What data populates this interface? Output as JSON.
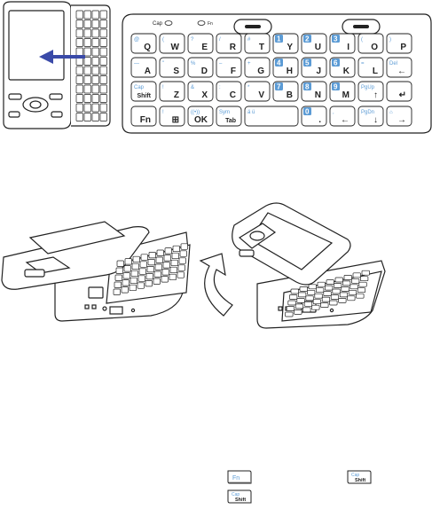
{
  "keyboard": {
    "top_labels": {
      "cap": "Cap",
      "fn": "Fn"
    },
    "rows": [
      [
        {
          "main": "Q",
          "sub": "@"
        },
        {
          "main": "W",
          "sub": "("
        },
        {
          "main": "E",
          "sub": "?"
        },
        {
          "main": "R",
          "sub": "/"
        },
        {
          "main": "T",
          "sub": "#"
        },
        {
          "main": "Y",
          "num": "1"
        },
        {
          "main": "U",
          "num": "2"
        },
        {
          "main": "I",
          "num": "3"
        },
        {
          "main": "O",
          "sub": "("
        },
        {
          "main": "P",
          "sub": ")"
        }
      ],
      [
        {
          "main": "A",
          "sub": "—"
        },
        {
          "main": "S",
          "sub": "\""
        },
        {
          "main": "D",
          "sub": "%"
        },
        {
          "main": "F",
          "sub": "–"
        },
        {
          "main": "G",
          "sub": "+"
        },
        {
          "main": "H",
          "num": "4"
        },
        {
          "main": "J",
          "num": "5"
        },
        {
          "main": "K",
          "num": "6"
        },
        {
          "main": "L",
          "sub": "="
        },
        {
          "main": "←",
          "sub": "Del"
        }
      ],
      [
        {
          "main": "Shift",
          "sub": "Cap"
        },
        {
          "main": "Z",
          "sub": "!"
        },
        {
          "main": "X",
          "sub": "&"
        },
        {
          "main": "C",
          "sub": ":"
        },
        {
          "main": "V",
          "sub": "*"
        },
        {
          "main": "B",
          "num": "7"
        },
        {
          "main": "N",
          "num": "8"
        },
        {
          "main": "M",
          "num": "9"
        },
        {
          "main": "↑",
          "sub": "PgUp"
        },
        {
          "main": "↵",
          "sub": ""
        }
      ],
      [
        {
          "main": "Fn",
          "sub": ""
        },
        {
          "main": "⊞",
          "sub": "!"
        },
        {
          "main": "OK",
          "sub": "((•))"
        },
        {
          "main": "Tab",
          "sub": "Sym"
        },
        {
          "main": "",
          "sub": "ä ü"
        },
        {
          "main": ".",
          "num": "0"
        },
        {
          "main": "←",
          "sub": ","
        },
        {
          "main": "↓",
          "sub": "PgDn"
        },
        {
          "main": "→",
          "sub": "⌂"
        }
      ]
    ]
  },
  "keycaps": {
    "fn": "Fn",
    "cap_shift_1": {
      "top": "Cap",
      "bottom": "Shift"
    },
    "cap_shift_2": {
      "top": "Cap",
      "bottom": "Shift"
    }
  },
  "colors": {
    "line": "#222222",
    "accent_blue": "#5b9bd5",
    "arrow_blue": "#3a4aa8",
    "key_fill": "#ffffff"
  },
  "icons": {
    "slide_arrow": "arrow-left-icon",
    "rotate_arrow": "curved-arrow-icon"
  }
}
